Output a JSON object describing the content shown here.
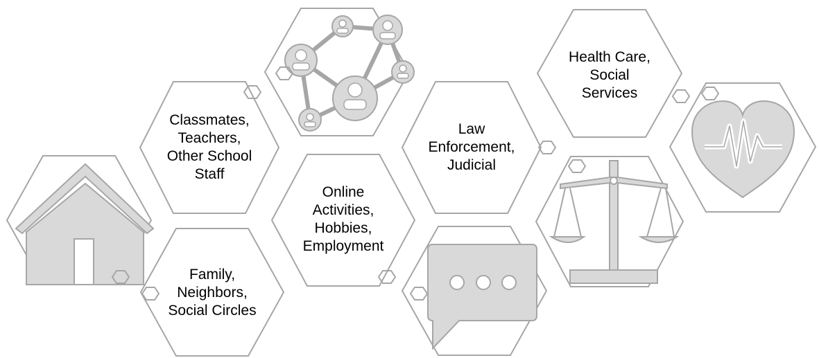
{
  "diagram": {
    "title": "",
    "colors": {
      "stroke": "#a6a6a6",
      "fill_icon": "#d9d9d9",
      "icon_stroke": "#7f7f7f"
    },
    "hexagons": [
      {
        "id": "home",
        "icon": "house-icon",
        "text": ""
      },
      {
        "id": "school",
        "icon": "",
        "text": "Classmates,\nTeachers,\nOther School\nStaff"
      },
      {
        "id": "family",
        "icon": "",
        "text": "Family,\nNeighbors,\nSocial Circles"
      },
      {
        "id": "network",
        "icon": "social-network-icon",
        "text": ""
      },
      {
        "id": "online",
        "icon": "",
        "text": "Online\nActivities,\nHobbies,\nEmployment"
      },
      {
        "id": "law",
        "icon": "",
        "text": "Law\nEnforcement,\nJudicial"
      },
      {
        "id": "chat",
        "icon": "chat-bubble-icon",
        "text": ""
      },
      {
        "id": "health",
        "icon": "",
        "text": "Health Care,\nSocial\nServices"
      },
      {
        "id": "justice",
        "icon": "scales-of-justice-icon",
        "text": ""
      },
      {
        "id": "heart",
        "icon": "heart-pulse-icon",
        "text": ""
      }
    ]
  }
}
